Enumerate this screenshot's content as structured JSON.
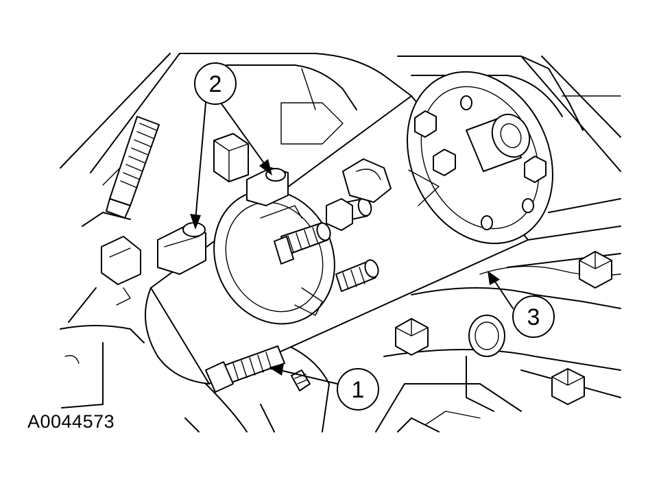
{
  "figure": {
    "id_label": "A0044573",
    "callouts": [
      {
        "label": "1"
      },
      {
        "label": "2"
      },
      {
        "label": "3"
      }
    ]
  }
}
